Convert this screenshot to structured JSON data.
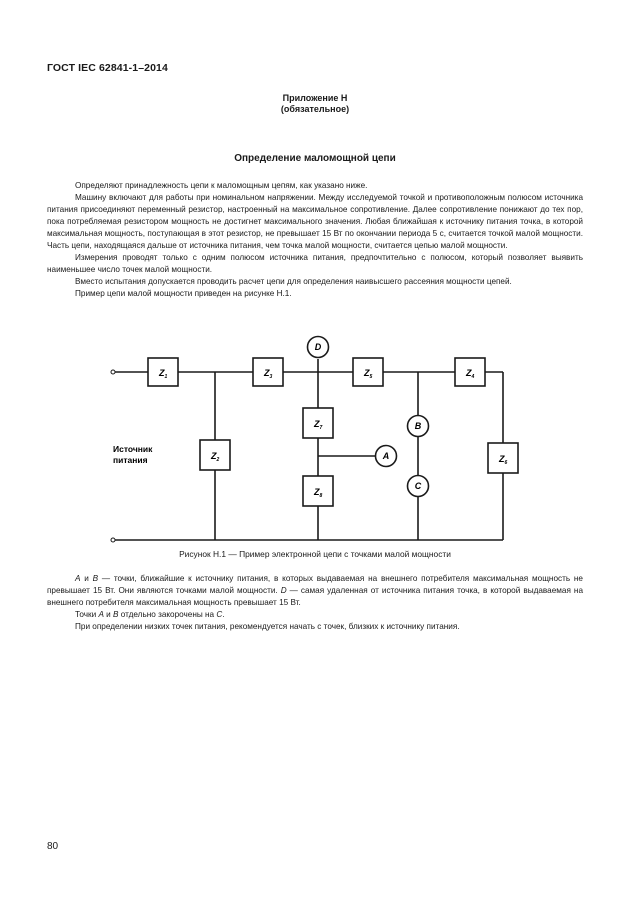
{
  "header": {
    "standard": "ГОСТ IEC 62841-1–2014"
  },
  "appendix": {
    "title": "Приложение H",
    "subtitle": "(обязательное)"
  },
  "section": {
    "title": "Определение маломощной цепи"
  },
  "intro": [
    "Определяют принадлежность цепи к маломощным цепям, как указано ниже.",
    "Машину включают для работы при номинальном напряжении. Между исследуемой точкой и противоположным полюсом источника питания присоединяют переменный резистор, настроенный на максимальное сопротивление. Далее сопротивление понижают до тех пор, пока потребляемая резистором мощность не достигнет максимального значения. Любая ближайшая к источнику питания точка, в которой максимальная мощность, поступающая в этот резистор, не превышает 15 Вт по окончании периода 5 с, считается точкой малой мощности. Часть цепи, находящаяся дальше от источника питания, чем точка малой мощности, считается цепью малой мощности.",
    "Измерения проводят только с одним полюсом источника питания, предпочтительно с полюсом, который позволяет выявить наименьшее число точек малой мощности.",
    "Вместо испытания допускается проводить расчет цепи для определения наивысшего рассеяния мощности цепей.",
    "Пример цепи малой мощности приведен на рисунке H.1."
  ],
  "figure": {
    "source_label": [
      "Источник",
      "питания"
    ],
    "impedances": [
      {
        "letter": "Z",
        "sub": "1"
      },
      {
        "letter": "Z",
        "sub": "2"
      },
      {
        "letter": "Z",
        "sub": "3"
      },
      {
        "letter": "Z",
        "sub": "4"
      },
      {
        "letter": "Z",
        "sub": "5"
      },
      {
        "letter": "Z",
        "sub": "6"
      },
      {
        "letter": "Z",
        "sub": "7"
      },
      {
        "letter": "Z",
        "sub": "8"
      }
    ],
    "points": [
      "A",
      "B",
      "C",
      "D"
    ],
    "caption": "Рисунок H.1 — Пример электронной цепи с точками малой мощности"
  },
  "notes": {
    "p1": {
      "a": "A",
      "t1": " и ",
      "b": "B",
      "t2": " — точки, ближайшие к источнику питания, в которых выдаваемая на внешнего потребителя максимальная мощность не превышает 15 Вт. Они являются точками малой мощности. ",
      "d": "D",
      "t3": " — самая удаленная от источника питания точка, в которой выдаваемая на внешнего потребителя максимальная мощность превышает 15 Вт."
    },
    "p2": {
      "t1": "Точки ",
      "a": "A",
      "t2": " и ",
      "b": "B",
      "t3": " отдельно закорочены на ",
      "c": "C",
      "t4": "."
    },
    "p3": "При определении низких точек питания, рекомендуется начать с точек, близких к источнику питания."
  },
  "page_number": "80"
}
